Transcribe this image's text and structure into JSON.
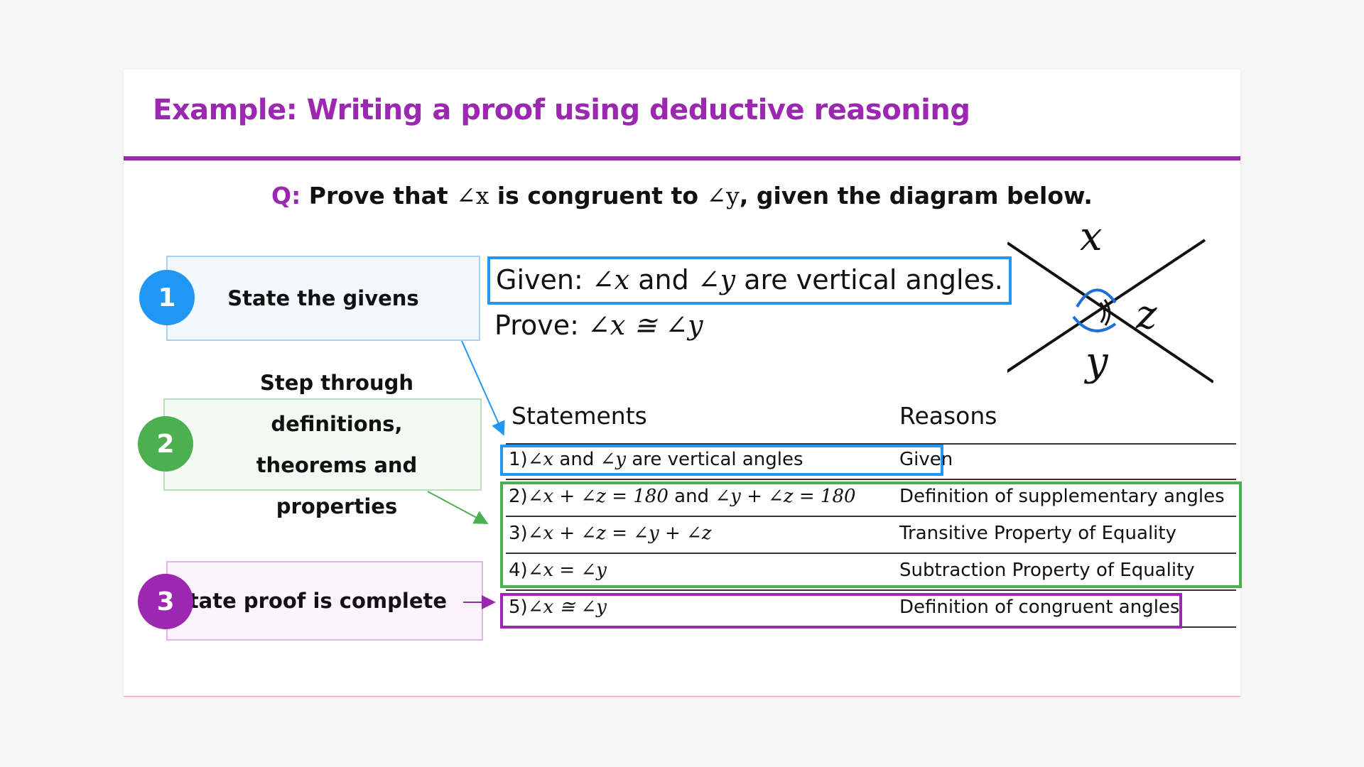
{
  "title": "Example: Writing a proof using deductive reasoning",
  "question": {
    "label": "Q:",
    "pre": "Prove that",
    "angle_x": "∠x",
    "mid": "is congruent to",
    "angle_y": "∠y",
    "post": ", given the diagram below."
  },
  "steps": [
    {
      "number": "1",
      "text": "State the givens",
      "color": "#2196f3"
    },
    {
      "number": "2",
      "line1": "Step through definitions,",
      "line2": "theorems and properties",
      "color": "#4caf50"
    },
    {
      "number": "3",
      "text": "State proof is complete",
      "color": "#9c27b0"
    }
  ],
  "given": {
    "label": "Given:",
    "x": "∠x",
    "and": "and",
    "y": "∠y",
    "rest": "are vertical angles."
  },
  "prove": {
    "label": "Prove:",
    "expr": "∠x ≅ ∠y"
  },
  "diagram": {
    "label_x": "x",
    "label_y": "y",
    "label_z": "z"
  },
  "table": {
    "header_statements": "Statements",
    "header_reasons": "Reasons",
    "rows": [
      {
        "num": "1)",
        "a": "∠x",
        "mid": " and ",
        "b": "∠y",
        "tail": " are vertical angles",
        "reason": "Given"
      },
      {
        "num": "2)",
        "a": "∠x + ∠z = 180",
        "mid": " and ",
        "b": "∠y + ∠z = 180",
        "tail": "",
        "reason": "Definition of supplementary angles"
      },
      {
        "num": "3)",
        "a": "∠x + ∠z = ∠y + ∠z",
        "mid": "",
        "b": "",
        "tail": "",
        "reason": "Transitive Property of Equality"
      },
      {
        "num": "4)",
        "a": "∠x = ∠y",
        "mid": "",
        "b": "",
        "tail": "",
        "reason": "Subtraction Property of Equality"
      },
      {
        "num": "5)",
        "a": "∠x ≅ ∠y",
        "mid": "",
        "b": "",
        "tail": "",
        "reason": "Definition of congruent angles"
      }
    ]
  }
}
